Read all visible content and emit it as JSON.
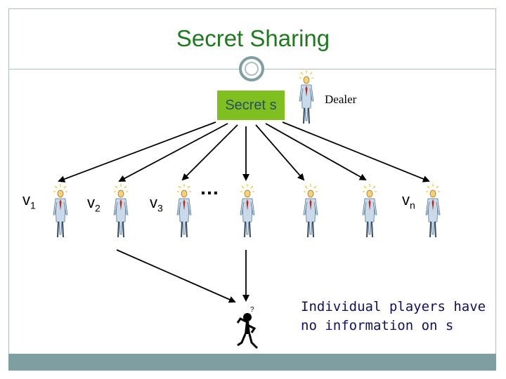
{
  "slide": {
    "title": "Secret Sharing",
    "secret_box": "Secret s",
    "dealer_label": "Dealer",
    "ellipsis": "…",
    "note": "Individual players have no information on s",
    "players": [
      {
        "base": "v",
        "sub": "1"
      },
      {
        "base": "v",
        "sub": "2"
      },
      {
        "base": "v",
        "sub": "3"
      },
      {
        "base": "v",
        "sub": "n"
      }
    ],
    "colors": {
      "title": "#1f7a1f",
      "secret_box": "#7fbf1f",
      "frame": "#a9c1c4",
      "footer": "#7f9ea1"
    },
    "icons": {
      "player": "standing-person-icon",
      "dealer": "standing-person-icon",
      "observer": "confused-person-icon"
    }
  }
}
